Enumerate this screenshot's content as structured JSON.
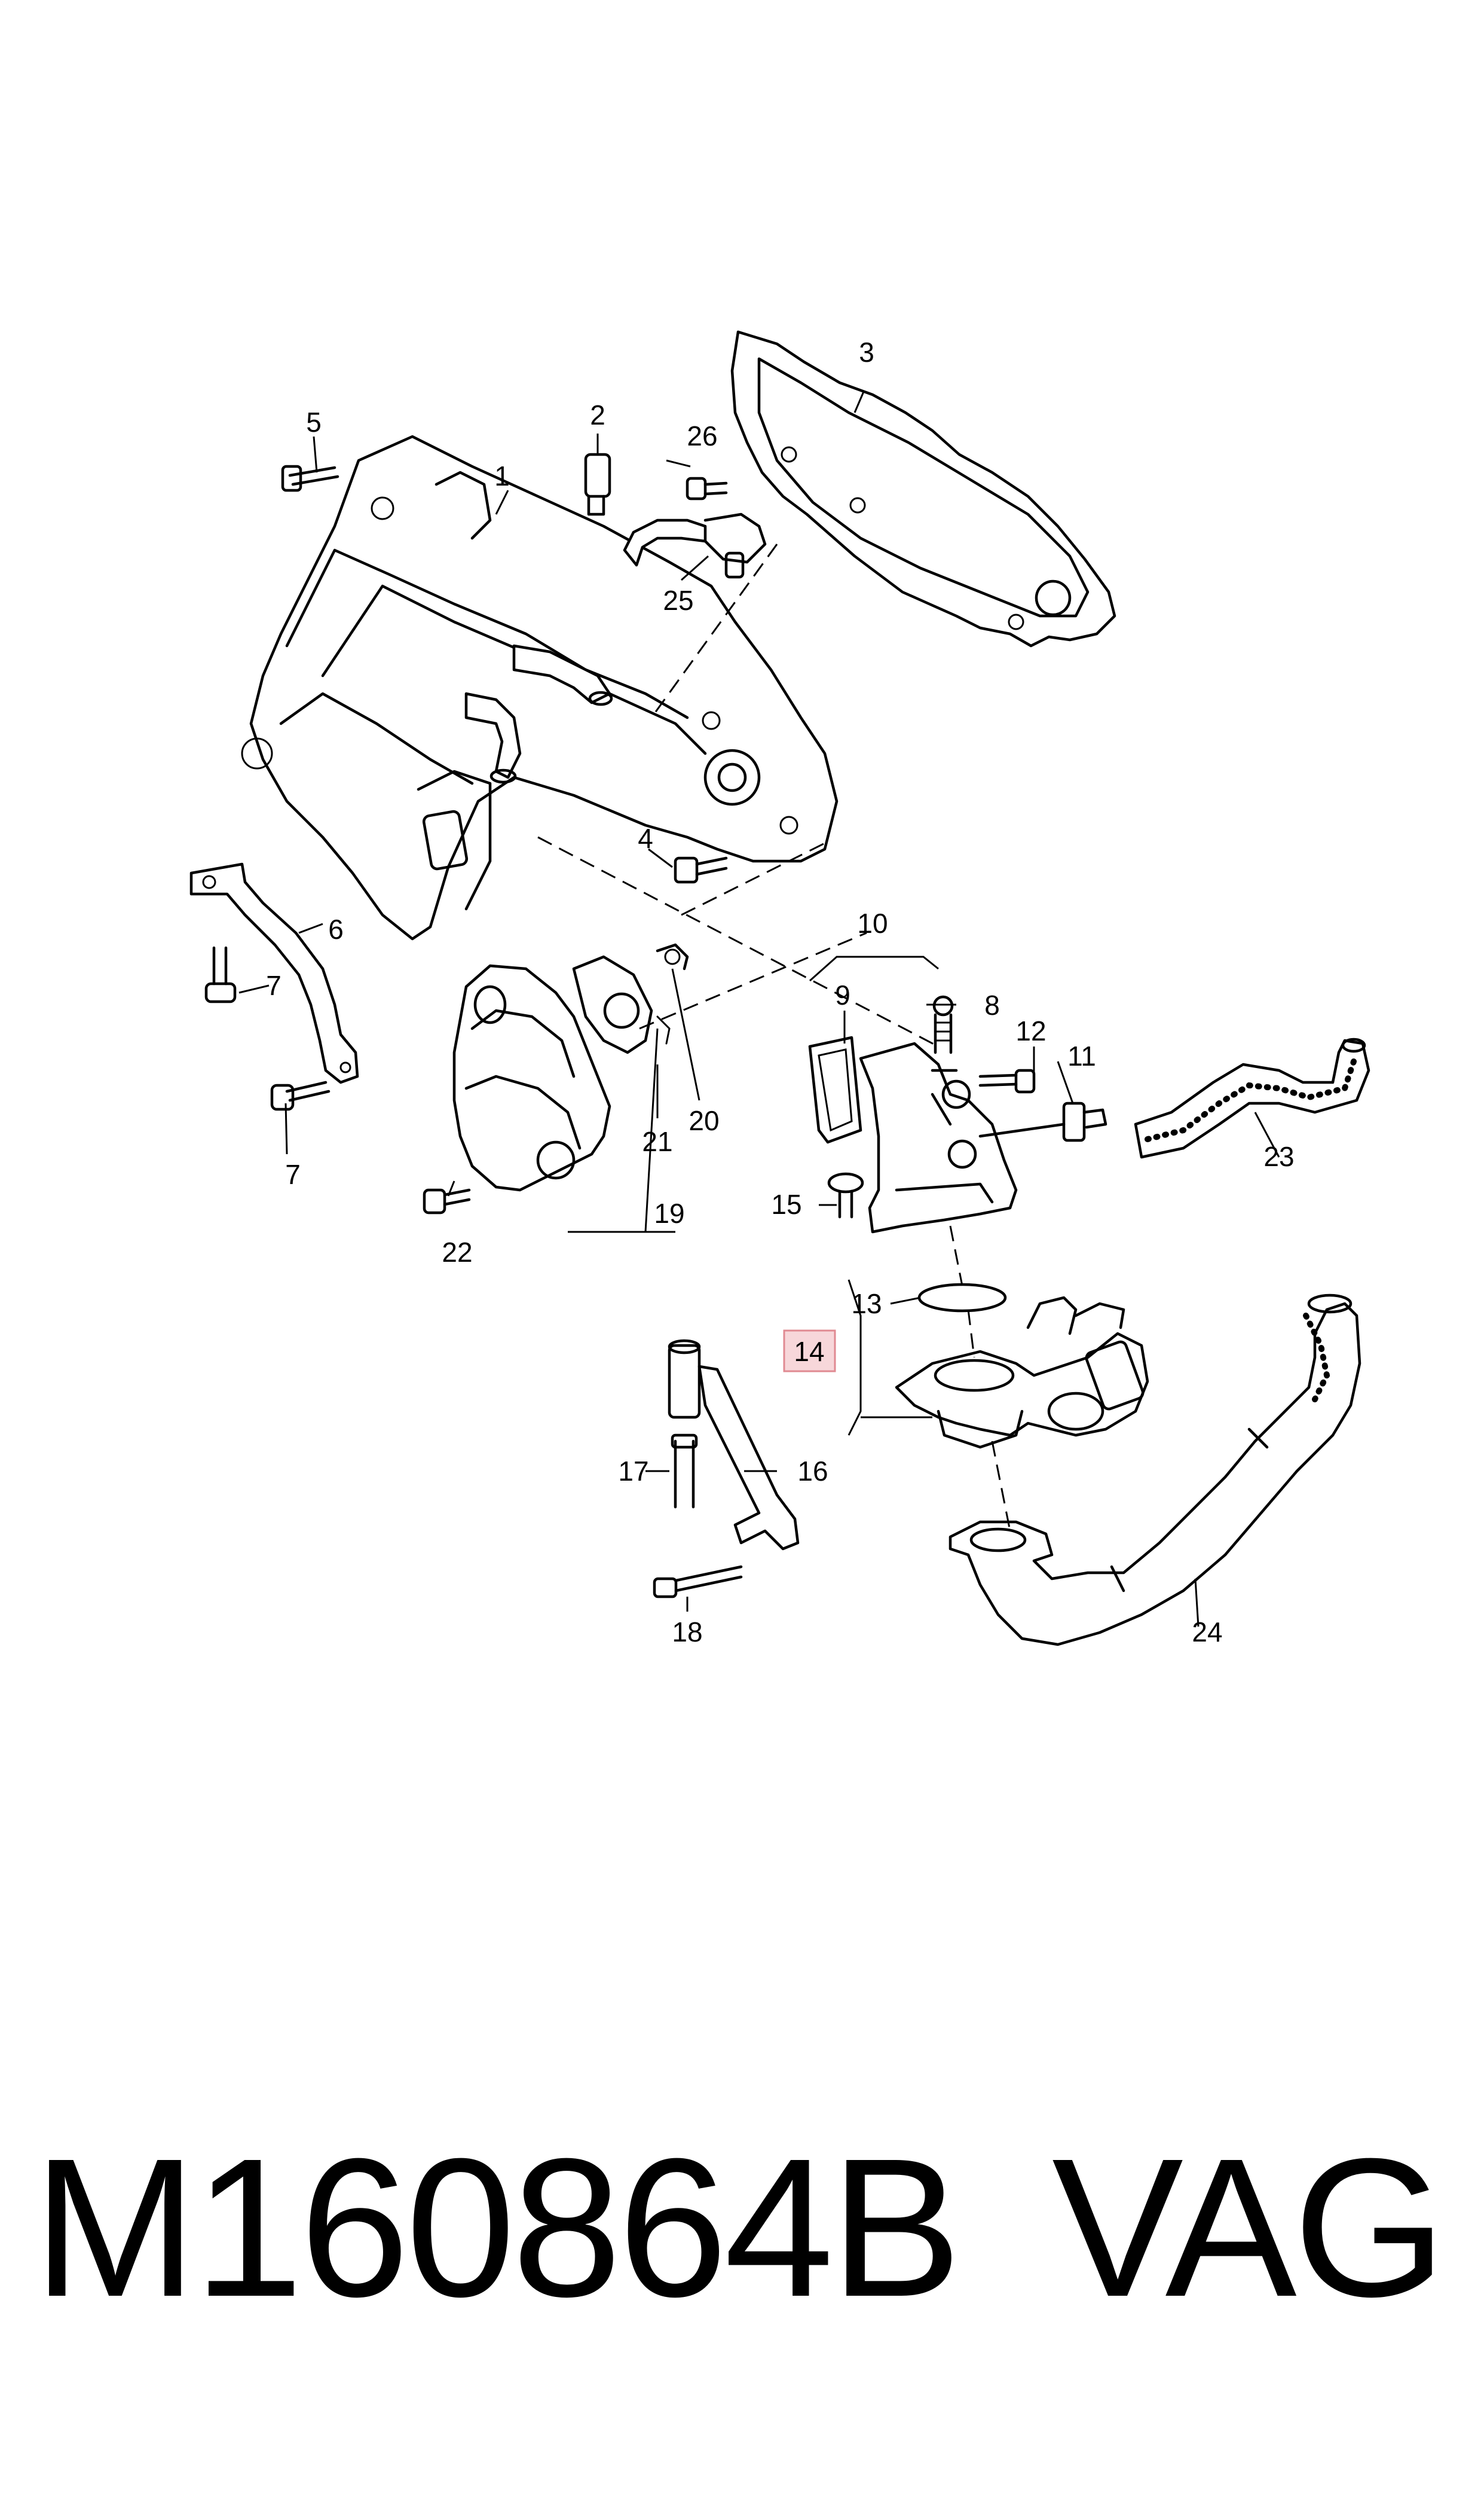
{
  "labels": [
    {
      "id": "1",
      "text": "1"
    },
    {
      "id": "2",
      "text": "2"
    },
    {
      "id": "3",
      "text": "3"
    },
    {
      "id": "4",
      "text": "4"
    },
    {
      "id": "5",
      "text": "5"
    },
    {
      "id": "6",
      "text": "6"
    },
    {
      "id": "7a",
      "text": "7"
    },
    {
      "id": "7b",
      "text": "7"
    },
    {
      "id": "8",
      "text": "8"
    },
    {
      "id": "9",
      "text": "9"
    },
    {
      "id": "10",
      "text": "10"
    },
    {
      "id": "11",
      "text": "11"
    },
    {
      "id": "12",
      "text": "12"
    },
    {
      "id": "13",
      "text": "13"
    },
    {
      "id": "14",
      "text": "14",
      "highlighted": true
    },
    {
      "id": "15",
      "text": "15"
    },
    {
      "id": "16",
      "text": "16"
    },
    {
      "id": "17",
      "text": "17"
    },
    {
      "id": "18",
      "text": "18"
    },
    {
      "id": "19",
      "text": "19"
    },
    {
      "id": "20",
      "text": "20"
    },
    {
      "id": "21",
      "text": "21"
    },
    {
      "id": "22",
      "text": "22"
    },
    {
      "id": "23",
      "text": "23"
    },
    {
      "id": "24",
      "text": "24"
    },
    {
      "id": "25",
      "text": "25"
    },
    {
      "id": "26",
      "text": "26"
    }
  ],
  "highlight_color": "#f7d7da",
  "footer": {
    "part_code": "M160864B",
    "brand": "VAG"
  }
}
